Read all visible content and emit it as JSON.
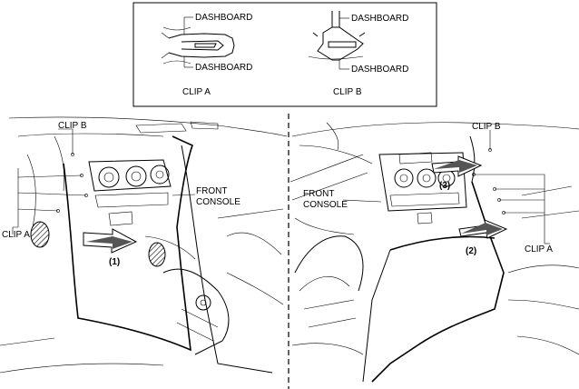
{
  "inset": {
    "clip_a": {
      "top_label": "DASHBOARD",
      "bottom_label": "DASHBOARD",
      "caption": "CLIP A"
    },
    "clip_b": {
      "top_label": "DASHBOARD",
      "bottom_label": "DASHBOARD",
      "caption": "CLIP B"
    }
  },
  "left_view": {
    "clip_b_label": "CLIP B",
    "clip_a_label": "CLIP A",
    "console_label_line1": "FRONT",
    "console_label_line2": "CONSOLE",
    "step_1": "(1)"
  },
  "right_view": {
    "clip_b_label": "CLIP B",
    "clip_a_label": "CLIP A",
    "console_label_line1": "FRONT",
    "console_label_line2": "CONSOLE",
    "step_2": "(2)",
    "step_3": "(3)"
  }
}
